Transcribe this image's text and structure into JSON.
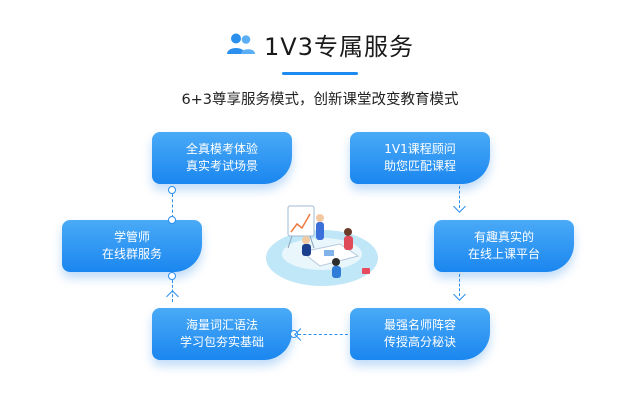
{
  "header": {
    "title": "1V3专属服务",
    "subtitle": "6+3尊享服务模式，创新课堂改变教育模式"
  },
  "cards": {
    "mock_exam": {
      "line1": "全真模考体验",
      "line2": "真实考试场景"
    },
    "advisor": {
      "line1": "1V1课程顾问",
      "line2": "助您匹配课程"
    },
    "tutor": {
      "line1": "学管师",
      "line2": "在线群服务"
    },
    "online_class": {
      "line1": "有趣真实的",
      "line2": "在线上课平台"
    },
    "vocab": {
      "line1": "海量词汇语法",
      "line2": "学习包夯实基础"
    },
    "teachers": {
      "line1": "最强名师阵容",
      "line2": "传授高分秘诀"
    }
  },
  "colors": {
    "accent": "#1e8bf0",
    "card_top": "#4aaaf7",
    "card_bottom": "#1a86ef"
  },
  "icons": {
    "title_icon": "users-icon",
    "center_image": "classroom-meeting-illustration"
  }
}
